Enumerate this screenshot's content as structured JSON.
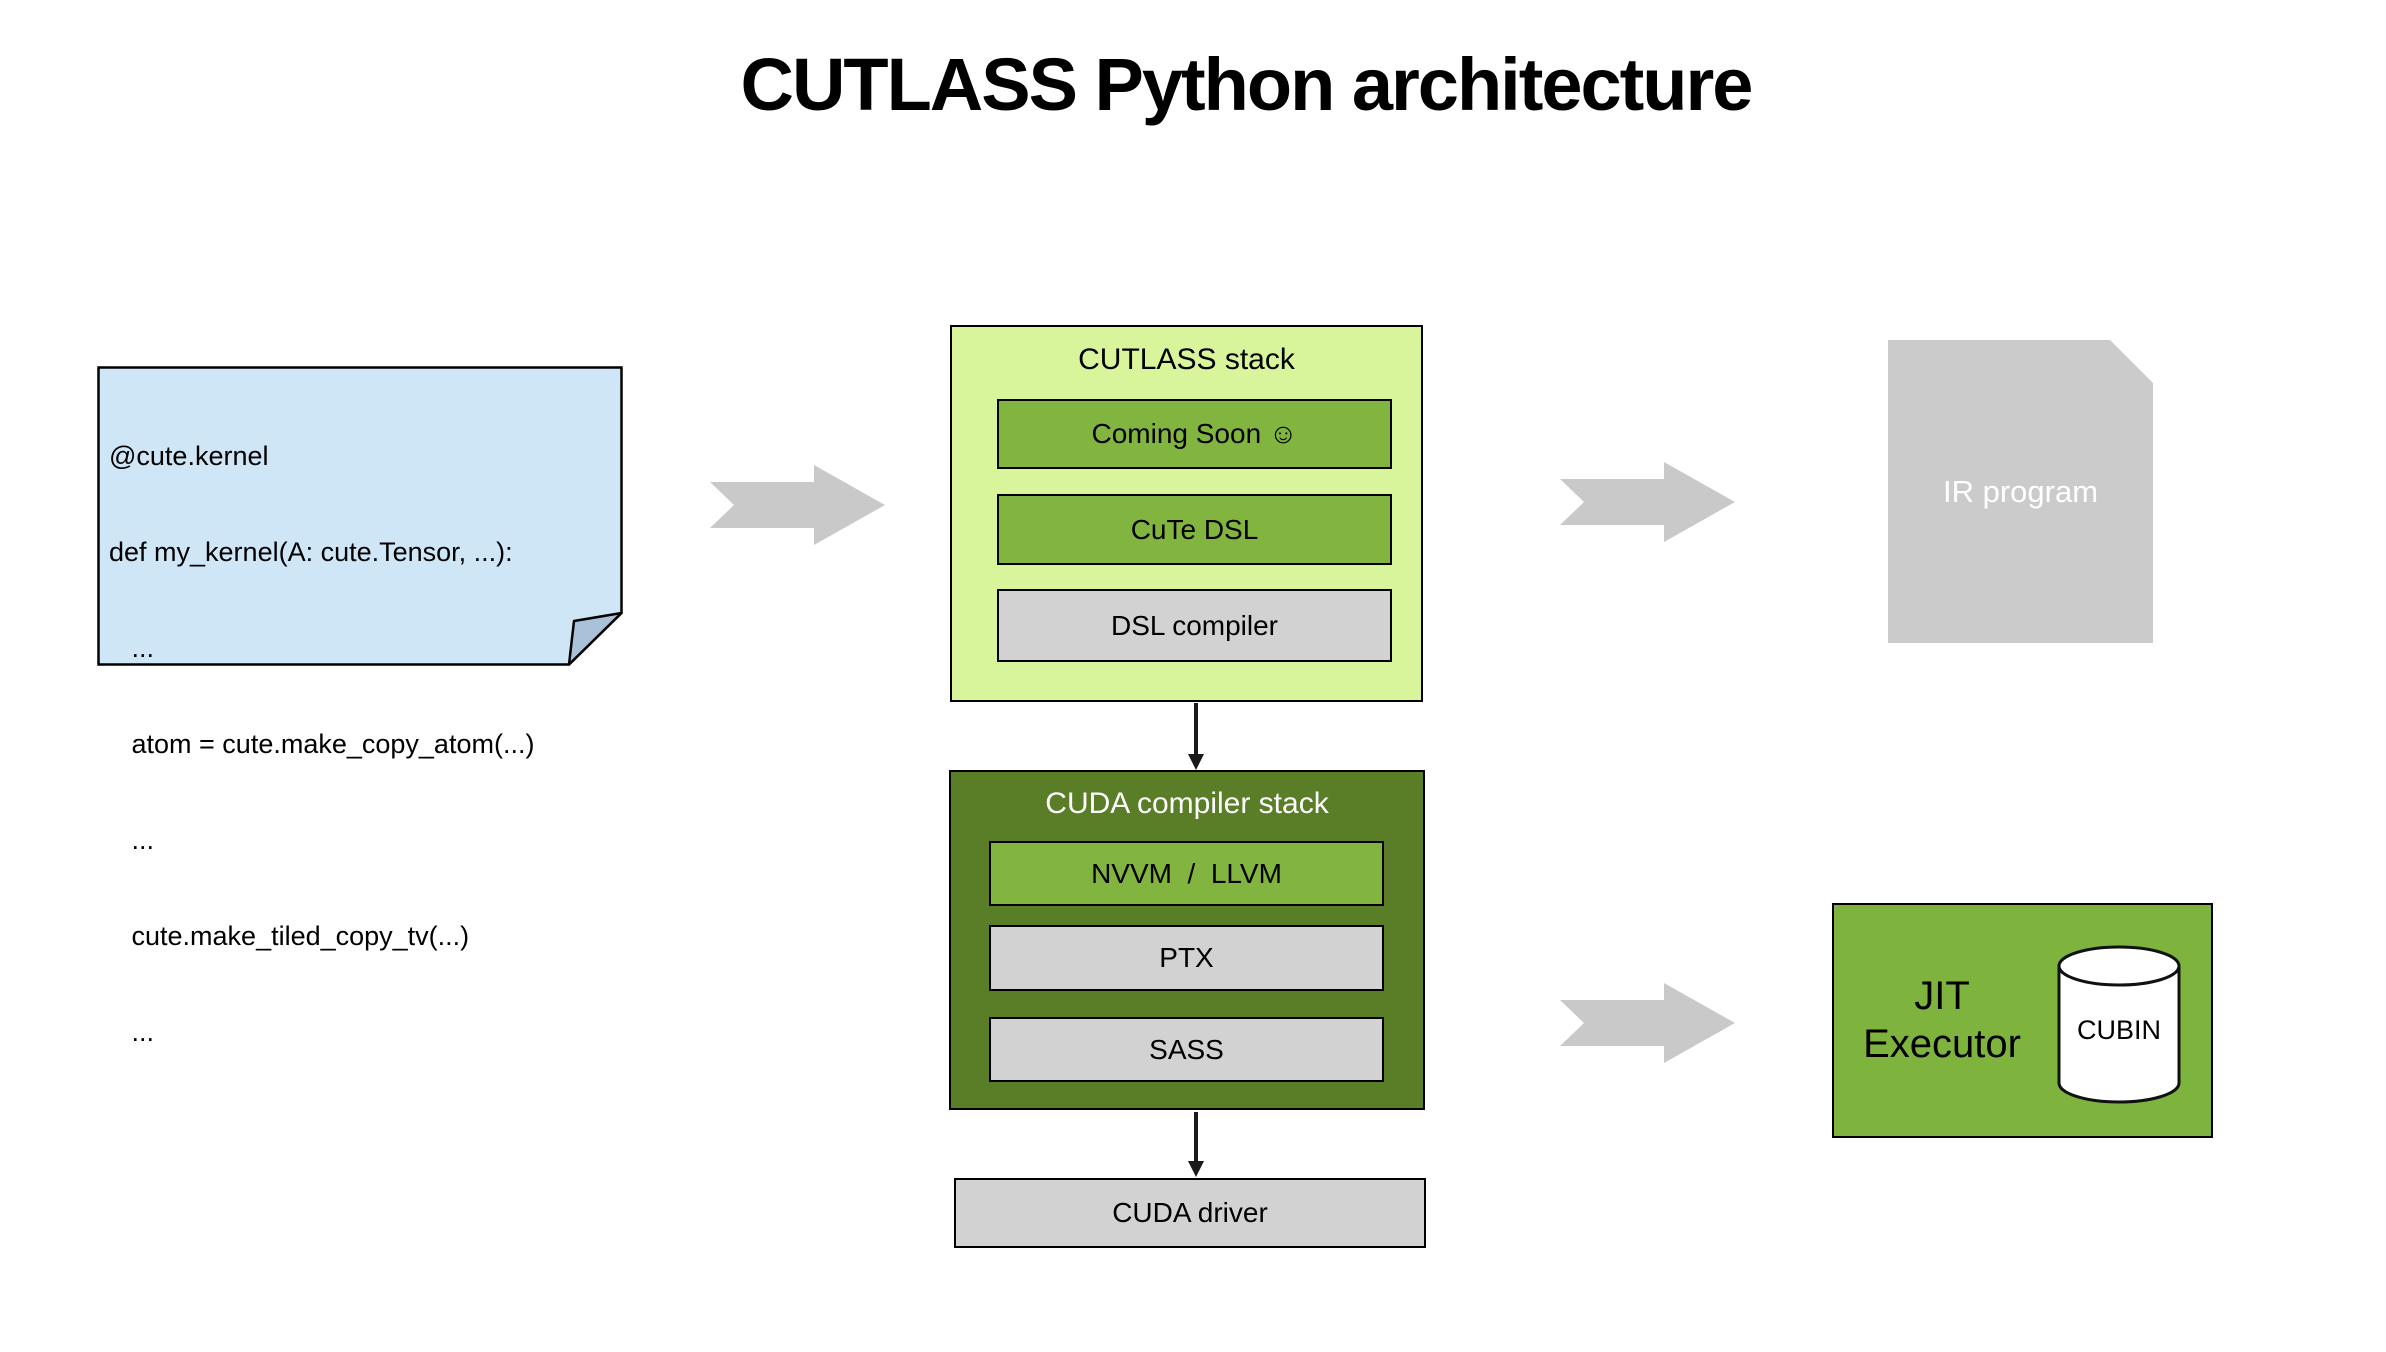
{
  "title": "CUTLASS Python architecture",
  "code_note": {
    "lines": [
      "@cute.kernel",
      "def my_kernel(A: cute.Tensor, ...):",
      "   ...",
      "   atom = cute.make_copy_atom(...)",
      "   ...",
      "   cute.make_tiled_copy_tv(...)",
      "   ..."
    ]
  },
  "cutlass_stack": {
    "title": "CUTLASS stack",
    "items": [
      {
        "label": "Coming Soon ☺"
      },
      {
        "label": "CuTe DSL"
      },
      {
        "label": "DSL compiler"
      }
    ]
  },
  "cuda_stack": {
    "title": "CUDA compiler stack",
    "items": [
      {
        "label": "NVVM  /  LLVM"
      },
      {
        "label": "PTX"
      },
      {
        "label": "SASS"
      }
    ]
  },
  "cuda_driver": {
    "label": "CUDA driver"
  },
  "ir_program": {
    "label": "IR program"
  },
  "jit_executor": {
    "label": "JIT Executor",
    "cubin_label": "CUBIN"
  },
  "colors": {
    "note_fill": "#cfe6f7",
    "note_fold": "#a9c2d9",
    "stack_bg_light": "#d8f59c",
    "stack_bg_dark": "#5a7d28",
    "box_green": "#82b440",
    "box_gray": "#d2d2d2",
    "jit_green": "#7eb43e",
    "doc_gray": "#cbcbcb",
    "arrow_gray": "#c9c9c9",
    "outline_black": "#000000",
    "cuda_title_text": "#ffffff"
  }
}
